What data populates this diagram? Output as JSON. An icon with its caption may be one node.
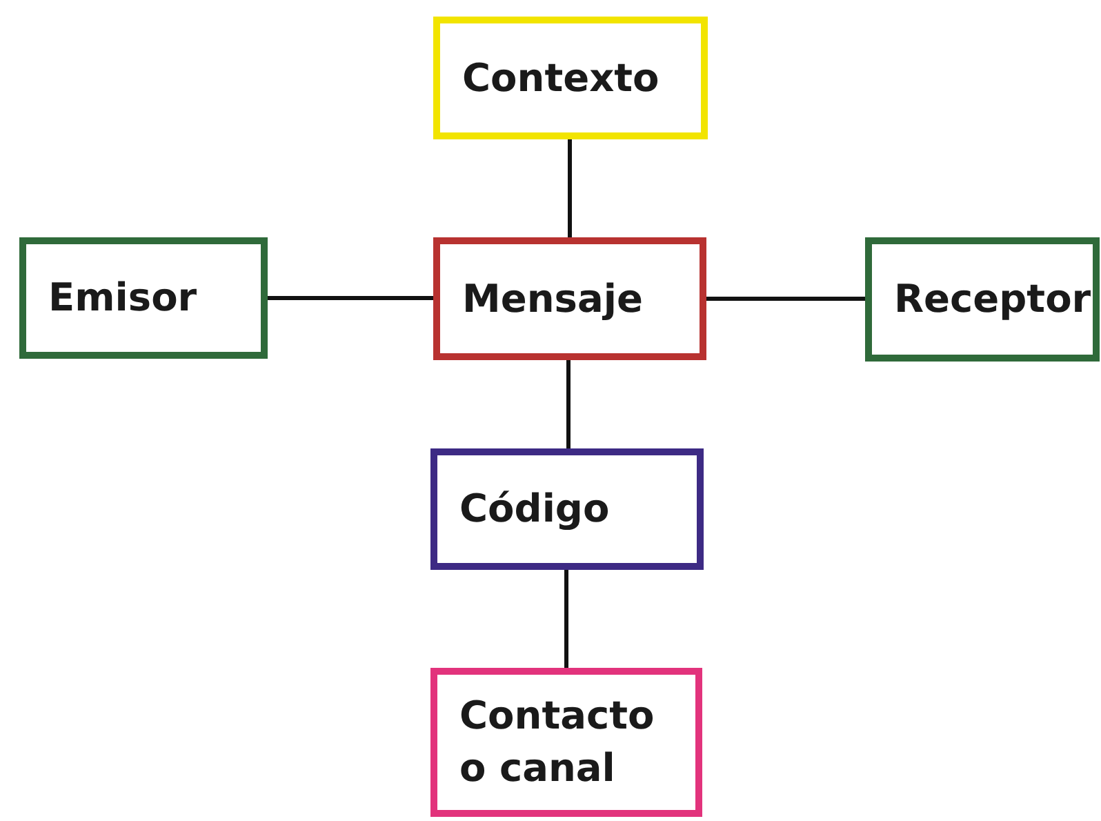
{
  "diagram": {
    "nodes": [
      {
        "text": [
          "Contexto"
        ]
      },
      {
        "text": [
          "Emisor"
        ]
      },
      {
        "text": [
          "Mensaje"
        ]
      },
      {
        "text": [
          "Receptor"
        ]
      },
      {
        "text": [
          "Código"
        ]
      },
      {
        "text": [
          "Contacto o canal"
        ]
      }
    ],
    "edges": [
      {
        "from": 0,
        "to": 2,
        "arrow": "none"
      },
      {
        "from": 1,
        "to": 2,
        "arrow": "none"
      },
      {
        "from": 2,
        "to": 3,
        "arrow": "none"
      },
      {
        "from": 2,
        "to": 4,
        "arrow": "none"
      },
      {
        "from": 4,
        "to": 5,
        "arrow": "none"
      }
    ]
  }
}
